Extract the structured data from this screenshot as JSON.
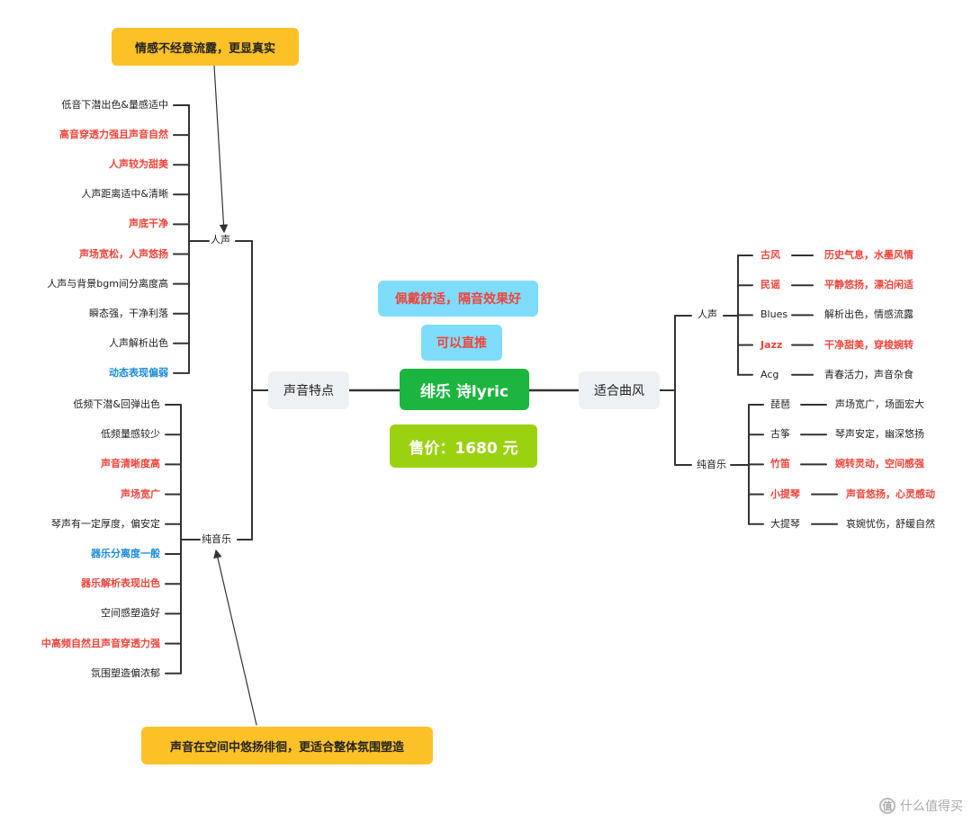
{
  "center": {
    "title": "绯乐 诗lyric",
    "price": "售价：1680 元",
    "tag_wear": "佩戴舒适，隔音效果好",
    "tag_push": "可以直推"
  },
  "left": {
    "branch_label": "声音特点",
    "vocal": {
      "label": "人声",
      "items": [
        {
          "text": "低音下潜出色&量感适中",
          "style": "normal"
        },
        {
          "text": "高音穿透力强且声音自然",
          "style": "red"
        },
        {
          "text": "人声较为甜美",
          "style": "red"
        },
        {
          "text": "人声距离适中&清晰",
          "style": "normal"
        },
        {
          "text": "声底干净",
          "style": "red"
        },
        {
          "text": "声场宽松，人声悠扬",
          "style": "red"
        },
        {
          "text": "人声与背景bgm间分离度高",
          "style": "normal"
        },
        {
          "text": "瞬态强，干净利落",
          "style": "normal"
        },
        {
          "text": "人声解析出色",
          "style": "normal"
        },
        {
          "text": "动态表现偏弱",
          "style": "blue"
        }
      ]
    },
    "instrumental": {
      "label": "纯音乐",
      "items": [
        {
          "text": "低频下潜&回弹出色",
          "style": "normal"
        },
        {
          "text": "低频量感较少",
          "style": "normal"
        },
        {
          "text": "声音清晰度高",
          "style": "red"
        },
        {
          "text": "声场宽广",
          "style": "red"
        },
        {
          "text": "琴声有一定厚度，偏安定",
          "style": "normal"
        },
        {
          "text": "器乐分离度一般",
          "style": "blue"
        },
        {
          "text": "器乐解析表现出色",
          "style": "red"
        },
        {
          "text": "空间感塑造好",
          "style": "normal"
        },
        {
          "text": "中高频自然且声音穿透力强",
          "style": "red"
        },
        {
          "text": "氛围塑造偏浓郁",
          "style": "normal"
        }
      ]
    },
    "callout_top": "情感不经意流露，更显真实",
    "callout_bottom": "声音在空间中悠扬徘徊，更适合整体氛围塑造"
  },
  "right": {
    "branch_label": "适合曲风",
    "vocal": {
      "label": "人声",
      "items": [
        {
          "genre": "古风",
          "desc": "历史气息，水墨风情",
          "style": "red"
        },
        {
          "genre": "民谣",
          "desc": "平静悠扬，漂泊闲适",
          "style": "red"
        },
        {
          "genre": "Blues",
          "desc": "解析出色，情感流露",
          "style": "normal"
        },
        {
          "genre": "Jazz",
          "desc": "干净甜美，穿梭婉转",
          "style": "red"
        },
        {
          "genre": "Acg",
          "desc": "青春活力，声音杂食",
          "style": "normal"
        }
      ]
    },
    "instrumental": {
      "label": "纯音乐",
      "items": [
        {
          "genre": "琵琶",
          "desc": "声场宽广，场面宏大",
          "style": "normal"
        },
        {
          "genre": "古筝",
          "desc": "琴声安定，幽深悠扬",
          "style": "normal"
        },
        {
          "genre": "竹笛",
          "desc": "婉转灵动，空间感强",
          "style": "red"
        },
        {
          "genre": "小提琴",
          "desc": "声音悠扬，心灵感动",
          "style": "red"
        },
        {
          "genre": "大提琴",
          "desc": "哀婉忧伤，舒缓自然",
          "style": "normal"
        }
      ]
    }
  },
  "watermark": {
    "icon": "zhide-icon",
    "text": "什么值得买"
  }
}
